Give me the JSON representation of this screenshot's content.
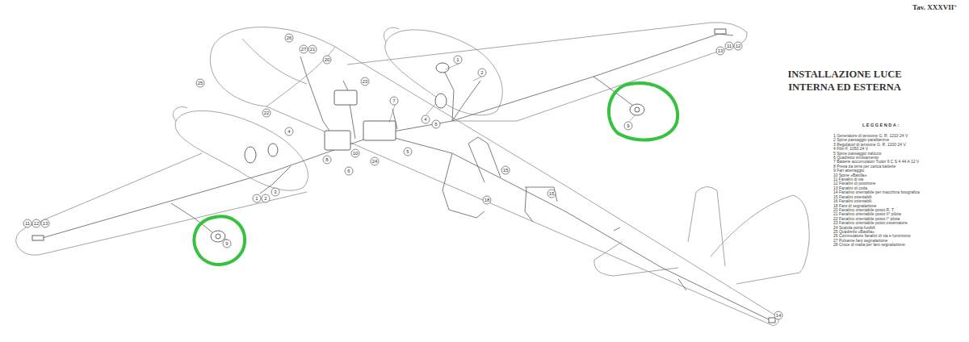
{
  "diagram": {
    "title": "INSTALLAZIONE LUCE INTERNA ED ESTERNA",
    "labels": [
      "Tav. XXXVII°",
      "LEGGENDA:",
      "26",
      "27",
      "21",
      "20",
      "25",
      "23",
      "22",
      "1",
      "2",
      "4",
      "5",
      "7",
      "4",
      "10",
      "8",
      "6",
      "24",
      "5",
      "1",
      "2",
      "3",
      "9",
      "9",
      "13",
      "11",
      "12",
      "11",
      "12",
      "13",
      "15",
      "18",
      "15",
      "14"
    ],
    "legend": [
      {
        "text": "1 Generatore di tensione G. R. 1210 24 V"
      },
      {
        "text": "2 Spine passaggio parafiamme"
      },
      {
        "text": "3 Regolatori di tensione G. R. 1200 24 V"
      },
      {
        "text": "4 Filtri F. 1050 24 V"
      },
      {
        "text": "5 Spine passaggio traliccio"
      },
      {
        "text": "6 Quadretto smistamento"
      },
      {
        "text": "7 Batterie accumulatori Tudor 6 C S 4 44 A 12 V"
      },
      {
        "text": "8 Presa da terra per carica batterie"
      },
      {
        "text": "9 Fari atterraggio"
      },
      {
        "text": "10 Spine «Basilla»"
      },
      {
        "text": "11 Fanalini di via"
      },
      {
        "text": "12 Fanalini di posizione"
      },
      {
        "text": "13 Fanalini di coda"
      },
      {
        "text": "14 Fanalino orientabile per macchina fotografica"
      },
      {
        "text": "15 Fanalini orientabili"
      },
      {
        "text": "16 Fanalini orientabili"
      },
      {
        "text": "18 Faro di segnalazione"
      },
      {
        "text": "20 Fanalino orientabile posto R. T."
      },
      {
        "text": "21 Fanalino orientabile posto II° pilota"
      },
      {
        "text": "22 Fanalino orientabile posto I° pilota"
      },
      {
        "text": "23 Fanalino orientabile posto osservatore"
      },
      {
        "text": "24 Scatola porta fusibili"
      },
      {
        "text": "25 Quadretto «Basilla»"
      },
      {
        "text": "26 Commutatore fanalini di via e luminismo"
      },
      {
        "text": "27 Pulsante faro segnalazione"
      },
      {
        "text": "28 Croce di malta per faro segnalazione"
      }
    ]
  }
}
